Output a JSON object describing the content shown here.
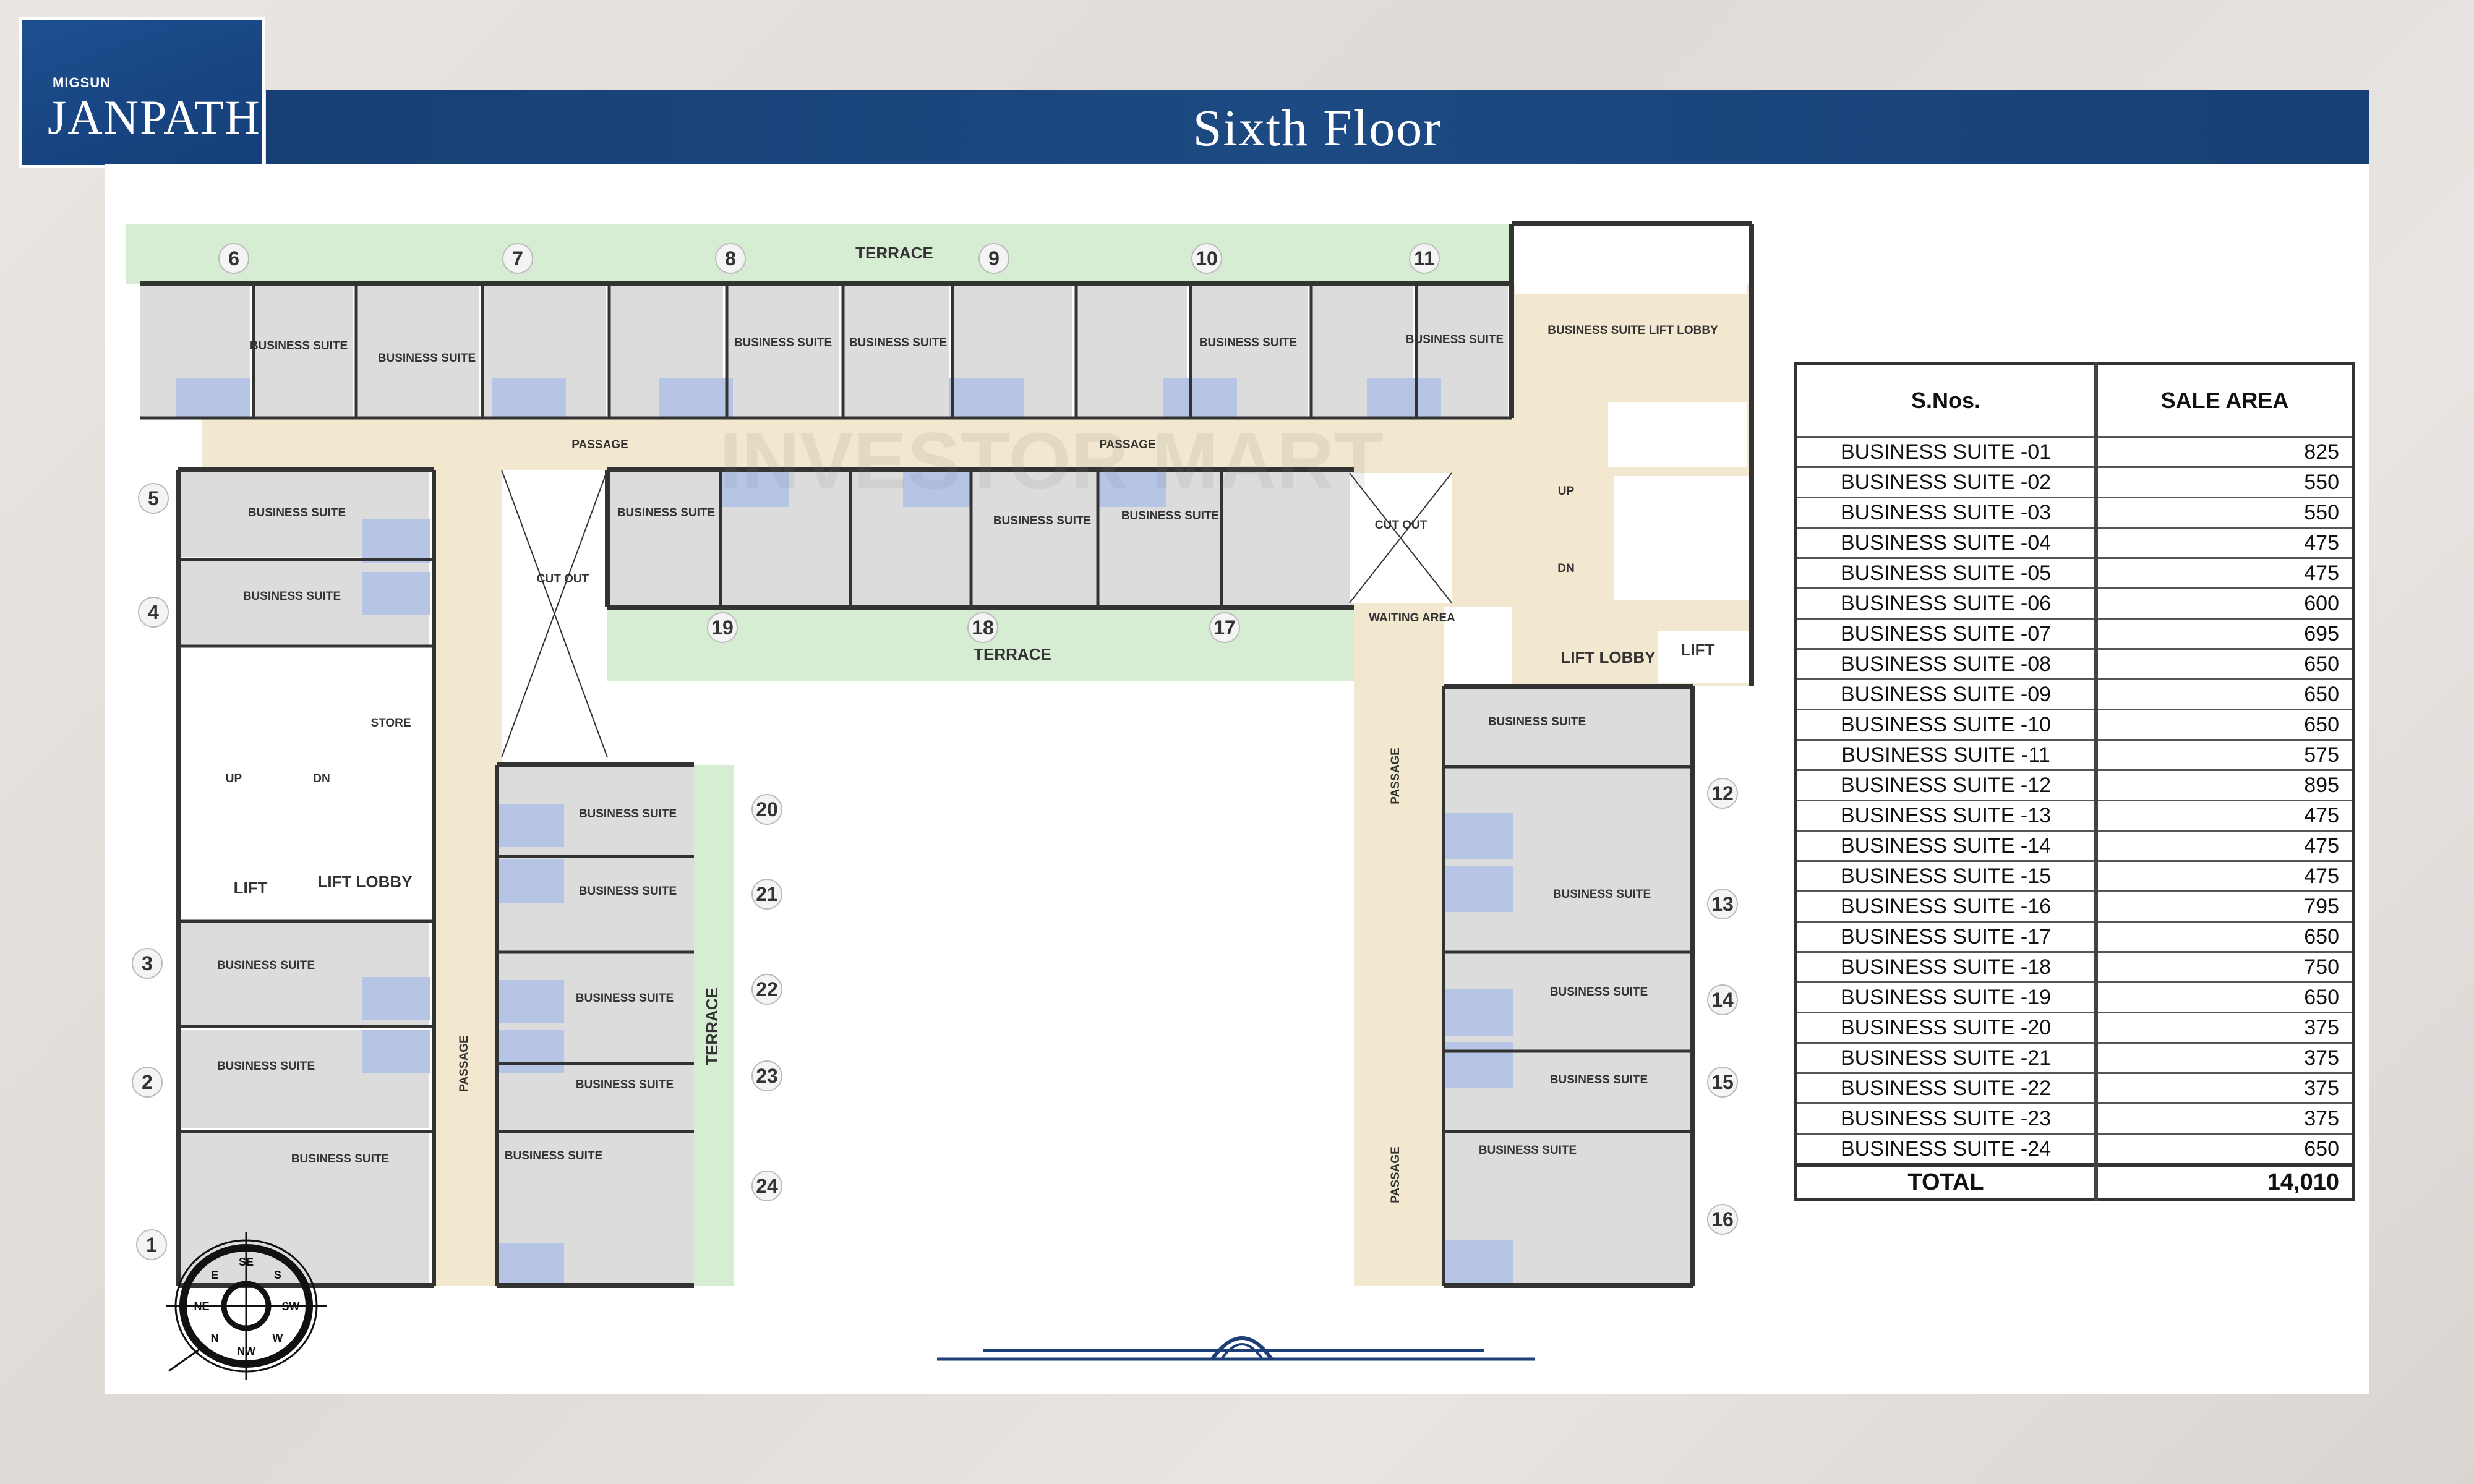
{
  "brand": {
    "small": "MIGSUN",
    "big": "JANPATH"
  },
  "header": {
    "title": "Sixth Floor"
  },
  "colors": {
    "navy": "#173f74",
    "terrace": "#d6ecd3",
    "passage": "#f2e8cf",
    "suite": "#dcdcdc",
    "toilet": "#b6c4e6",
    "wall": "#333333"
  },
  "table": {
    "headers": [
      "S.Nos.",
      "SALE AREA"
    ],
    "rows": [
      {
        "name": "BUSINESS SUITE -01",
        "area": "825"
      },
      {
        "name": "BUSINESS SUITE -02",
        "area": "550"
      },
      {
        "name": "BUSINESS SUITE -03",
        "area": "550"
      },
      {
        "name": "BUSINESS SUITE -04",
        "area": "475"
      },
      {
        "name": "BUSINESS SUITE -05",
        "area": "475"
      },
      {
        "name": "BUSINESS SUITE -06",
        "area": "600"
      },
      {
        "name": "BUSINESS SUITE -07",
        "area": "695"
      },
      {
        "name": "BUSINESS SUITE -08",
        "area": "650"
      },
      {
        "name": "BUSINESS SUITE -09",
        "area": "650"
      },
      {
        "name": "BUSINESS SUITE -10",
        "area": "650"
      },
      {
        "name": "BUSINESS SUITE -11",
        "area": "575"
      },
      {
        "name": "BUSINESS SUITE -12",
        "area": "895"
      },
      {
        "name": "BUSINESS SUITE -13",
        "area": "475"
      },
      {
        "name": "BUSINESS SUITE -14",
        "area": "475"
      },
      {
        "name": "BUSINESS SUITE -15",
        "area": "475"
      },
      {
        "name": "BUSINESS SUITE -16",
        "area": "795"
      },
      {
        "name": "BUSINESS SUITE -17",
        "area": "650"
      },
      {
        "name": "BUSINESS SUITE -18",
        "area": "750"
      },
      {
        "name": "BUSINESS SUITE -19",
        "area": "650"
      },
      {
        "name": "BUSINESS SUITE -20",
        "area": "375"
      },
      {
        "name": "BUSINESS SUITE -21",
        "area": "375"
      },
      {
        "name": "BUSINESS SUITE -22",
        "area": "375"
      },
      {
        "name": "BUSINESS SUITE -23",
        "area": "375"
      },
      {
        "name": "BUSINESS SUITE -24",
        "area": "650"
      }
    ],
    "total": {
      "label": "TOTAL",
      "area": "14,010"
    }
  },
  "plan": {
    "unit_numbers": [
      "1",
      "2",
      "3",
      "4",
      "5",
      "6",
      "7",
      "8",
      "9",
      "10",
      "11",
      "12",
      "13",
      "14",
      "15",
      "16",
      "17",
      "18",
      "19",
      "20",
      "21",
      "22",
      "23",
      "24"
    ],
    "labels": [
      "TERRACE",
      "TERRACE",
      "TERRACE",
      "PASSAGE",
      "PASSAGE",
      "PASSAGE",
      "PASSAGE",
      "PASSAGE",
      "CUT OUT",
      "CUT OUT",
      "WAITING AREA",
      "BUSINESS SUITE LIFT LOBBY",
      "LIFT LOBBY",
      "LIFT",
      "LIFT LOBBY",
      "LIFT",
      "STORE",
      "UP",
      "DN",
      "UP",
      "DN",
      "BUSINESS SUITE",
      "BUSINESS SUITE",
      "BUSINESS SUITE",
      "BUSINESS SUITE",
      "BUSINESS SUITE",
      "BUSINESS SUITE",
      "BUSINESS SUITE",
      "BUSINESS SUITE",
      "BUSINESS SUITE",
      "BUSINESS SUITE",
      "BUSINESS SUITE",
      "BUSINESS SUITE",
      "BUSINESS SUITE",
      "BUSINESS SUITE",
      "BUSINESS SUITE",
      "BUSINESS SUITE",
      "BUSINESS SUITE",
      "BUSINESS SUITE",
      "BUSINESS SUITE",
      "BUSINESS SUITE",
      "BUSINESS SUITE",
      "BUSINESS SUITE",
      "BUSINESS SUITE",
      "BUSINESS SUITE"
    ],
    "compass": [
      "SE",
      "S",
      "SW",
      "W",
      "NW",
      "N",
      "NE",
      "E"
    ],
    "watermark": "INVESTOR MART"
  }
}
